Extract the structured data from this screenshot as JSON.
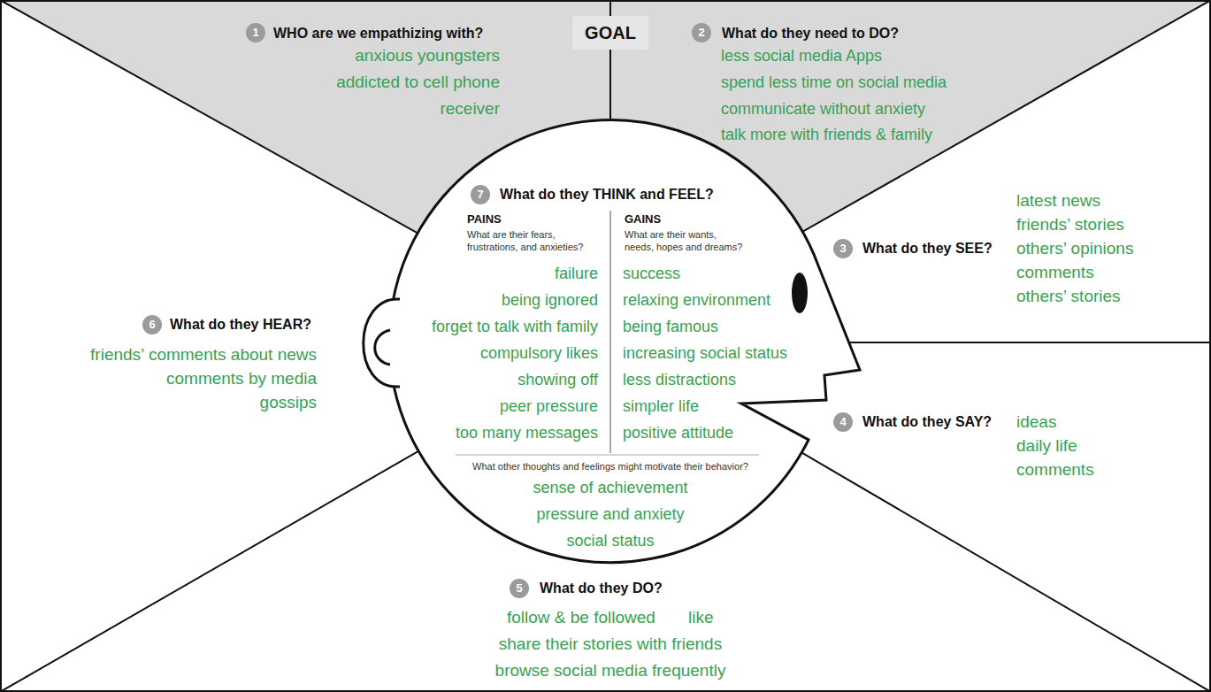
{
  "diagram": {
    "nodes": [
      {
        "text": [
          "GOAL"
        ]
      },
      {
        "text": [
          "1",
          "WHO are we empathizing with?",
          "anxious youngsters",
          "addicted to cell phone",
          "receiver"
        ],
        "in": 0
      },
      {
        "text": [
          "2",
          "What do they need to DO?",
          "less social media Apps",
          "spend less time on social media",
          "communicate without anxiety",
          "talk more with friends & family"
        ],
        "in": 0
      },
      {
        "text": [
          "3",
          "What do they SEE?",
          "latest news",
          "friends’ stories",
          "others’ opinions",
          "comments",
          "others’ stories"
        ]
      },
      {
        "text": [
          "4",
          "What do they SAY?",
          "ideas",
          "daily life",
          "comments"
        ]
      },
      {
        "text": [
          "5",
          "What do they DO?",
          "follow & be followed",
          "like",
          "share their stories with friends",
          "browse social media frequently"
        ]
      },
      {
        "text": [
          "6",
          "What do they HEAR?",
          "friends’ comments about news",
          "comments by media",
          "gossips"
        ]
      },
      {
        "text": [
          "7",
          "What do they THINK and FEEL?"
        ]
      },
      {
        "text": [
          "PAINS",
          "What are their fears, frustrations, and anxieties?",
          "failure",
          "being ignored",
          "forget to talk with family",
          "compulsory likes",
          "showing off",
          "peer pressure",
          "too many messages"
        ],
        "in": 7
      },
      {
        "text": [
          "GAINS",
          "What are their wants, needs, hopes and dreams?",
          "success",
          "relaxing environment",
          "being famous",
          "increasing social status",
          "less distractions",
          "simpler life",
          "positive attitude"
        ],
        "in": 7
      },
      {
        "text": [
          "What other thoughts and feelings might motivate their behavior?",
          "sense of achievement",
          "pressure and anxiety",
          "social status"
        ],
        "in": 7
      }
    ]
  }
}
